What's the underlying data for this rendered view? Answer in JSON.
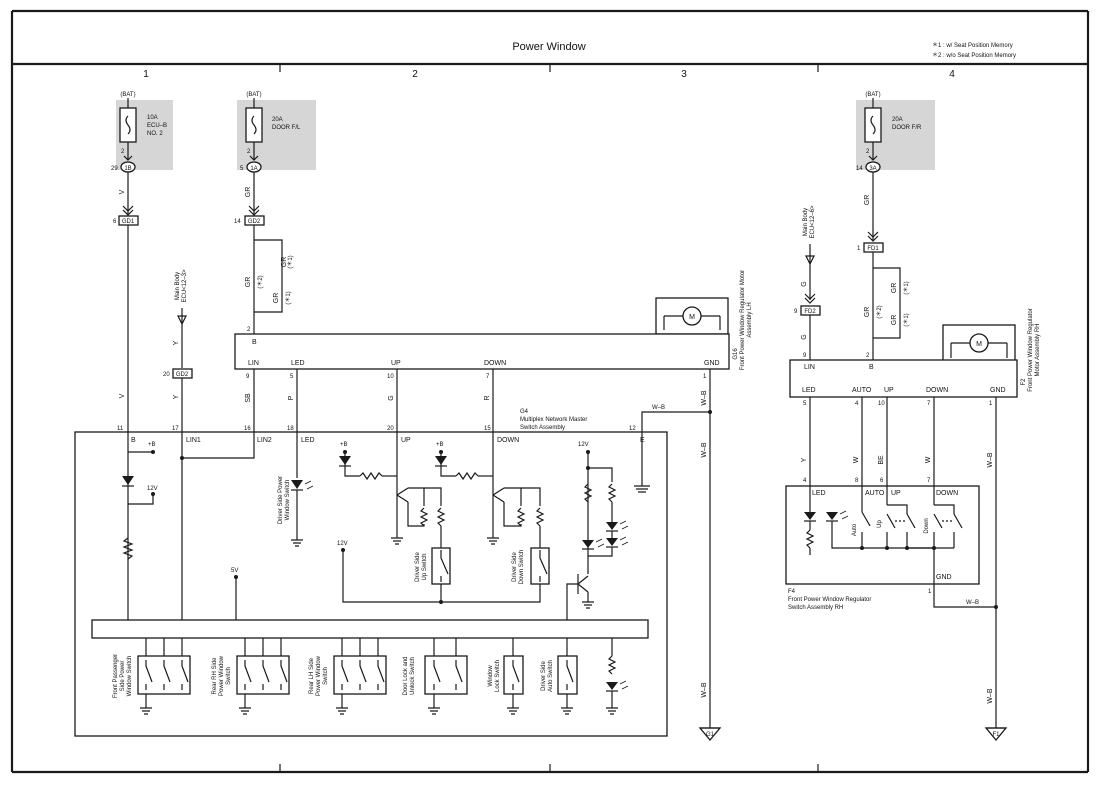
{
  "title": "Power Window",
  "notes": [
    "＊1 : w/ Seat Position Memory",
    "＊2 : w/o Seat Position Memory"
  ],
  "columns": [
    "1",
    "2",
    "3",
    "4"
  ],
  "fuses": {
    "ecu_b": {
      "bat": "(BAT)",
      "rating": "10A",
      "name1": "ECU–B",
      "name2": "NO. 2",
      "pin_a": "2",
      "pin": "29",
      "conn": "1B"
    },
    "door_fl": {
      "bat": "(BAT)",
      "rating": "20A",
      "name1": "DOOR F/L",
      "pin_a": "2",
      "pin": "5",
      "conn": "1A"
    },
    "door_fr": {
      "bat": "(BAT)",
      "rating": "20A",
      "name1": "DOOR F/R",
      "pin_a": "2",
      "pin": "14",
      "conn": "3A"
    }
  },
  "connectors": {
    "gd1": {
      "pin": "6",
      "label": "GD1"
    },
    "gd2a": {
      "pin": "14",
      "label": "GD2"
    },
    "gd2b": {
      "pin": "20",
      "label": "GD2"
    },
    "fd1": {
      "pin": "1",
      "label": "FD1"
    },
    "fd2": {
      "pin": "9",
      "label": "FD2"
    }
  },
  "main_body_lh": [
    "Main Body",
    "ECU<12–3>"
  ],
  "main_body_rh": [
    "Main Body",
    "ECU<12–6>"
  ],
  "wire_colors": {
    "v": "V",
    "gr": "GR",
    "y": "Y",
    "sb": "SB",
    "p": "P",
    "g": "G",
    "r": "R",
    "wb": "W–B",
    "be": "BE",
    "w": "W"
  },
  "variants": {
    "n1": "(＊1)",
    "n2": "(＊2)"
  },
  "g16": {
    "id": "G16",
    "name": [
      "Front Power Window Regulator Motor",
      "Assembly LH"
    ],
    "top_pin": "2",
    "top_label": "B",
    "terminals": [
      "LIN",
      "LED",
      "UP",
      "DOWN",
      "GND"
    ],
    "pins": [
      "9",
      "5",
      "10",
      "7",
      "1"
    ]
  },
  "f2": {
    "id": "F2",
    "name": [
      "Front Power Window Regulator",
      "Motor Assembly RH"
    ],
    "top_pins": [
      "9",
      "2"
    ],
    "terminals": [
      "LIN",
      "B",
      "LED",
      "AUTO",
      "UP",
      "DOWN",
      "GND"
    ],
    "pins": [
      "5",
      "4",
      "10",
      "7",
      "1"
    ]
  },
  "g4": {
    "id": "G4",
    "name": [
      "Multiplex Network Master",
      "Switch Assembly"
    ],
    "terminals": [
      "B",
      "LIN1",
      "LIN2",
      "LED",
      "UP",
      "DOWN",
      "E"
    ],
    "pins": [
      "11",
      "17",
      "16",
      "18",
      "20",
      "15",
      "12"
    ],
    "supplies": {
      "b": "+B",
      "v12": "12V",
      "v5": "5V"
    },
    "switches": {
      "led": [
        "Driver Side Power",
        "Window Switch"
      ],
      "up": [
        "Driver Side",
        "Up Switch"
      ],
      "down": [
        "Driver Side",
        "Down Switch"
      ],
      "fp": [
        "Front Passenger",
        "Side Power",
        "Window Switch"
      ],
      "rr": [
        "Rear RH Side",
        "Power Window",
        "Switch"
      ],
      "rl": [
        "Rear LH Side",
        "Power Window",
        "Switch"
      ],
      "dl": [
        "Door Lock and",
        "Unlock Switch"
      ],
      "wl": [
        "Window",
        "Lock Switch"
      ],
      "auto": [
        "Driver Side",
        "Auto Switch"
      ]
    }
  },
  "f4": {
    "id": "F4",
    "name": [
      "Front Power Window Regulator",
      "Switch Assembly RH"
    ],
    "pins": [
      "4",
      "8",
      "6",
      "7"
    ],
    "gnd_pin": "1",
    "terminals": [
      "LED",
      "AUTO",
      "UP",
      "DOWN",
      "GND"
    ],
    "sw": [
      "Auto",
      "Up",
      "Down"
    ]
  },
  "grounds": {
    "g1": "G1",
    "f1": "F1"
  }
}
